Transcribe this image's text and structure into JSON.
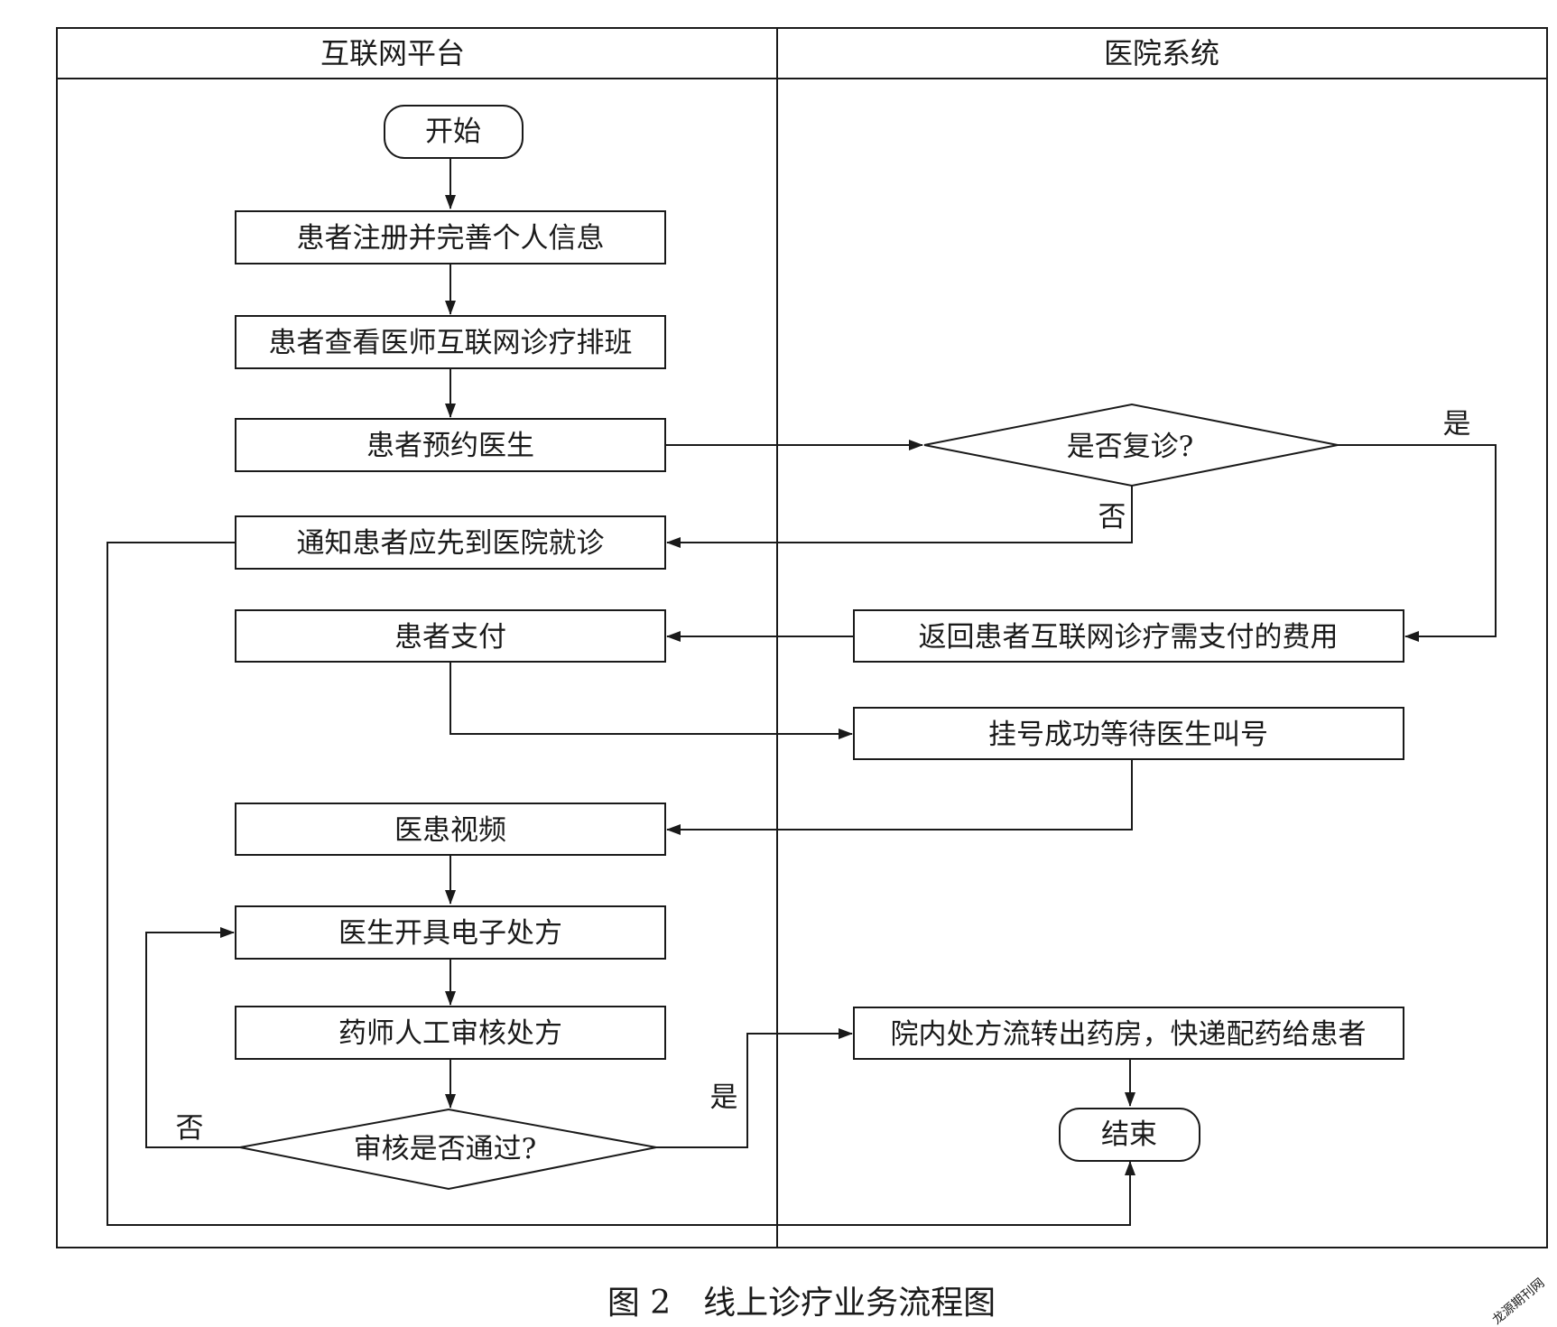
{
  "lanes": [
    {
      "id": "internet",
      "title": "互联网平台"
    },
    {
      "id": "hospital",
      "title": "医院系统"
    }
  ],
  "nodes": {
    "start": "开始",
    "register": "患者注册并完善个人信息",
    "schedule": "患者查看医师互联网诊疗排班",
    "book": "患者预约医生",
    "is_revisit": "是否复诊?",
    "notify": "通知患者应先到医院就诊",
    "pay": "患者支付",
    "fee": "返回患者互联网诊疗需支付的费用",
    "registered": "挂号成功等待医生叫号",
    "video": "医患视频",
    "prescribe": "医生开具电子处方",
    "review": "药师人工审核处方",
    "review_pass": "审核是否通过?",
    "dispense": "院内处方流转出药房，快递配药给患者",
    "end": "结束"
  },
  "edge_labels": {
    "revisit_yes": "是",
    "revisit_no": "否",
    "review_yes": "是",
    "review_no": "否"
  },
  "caption": "图 2　线上诊疗业务流程图",
  "watermark": "龙源期刊网"
}
